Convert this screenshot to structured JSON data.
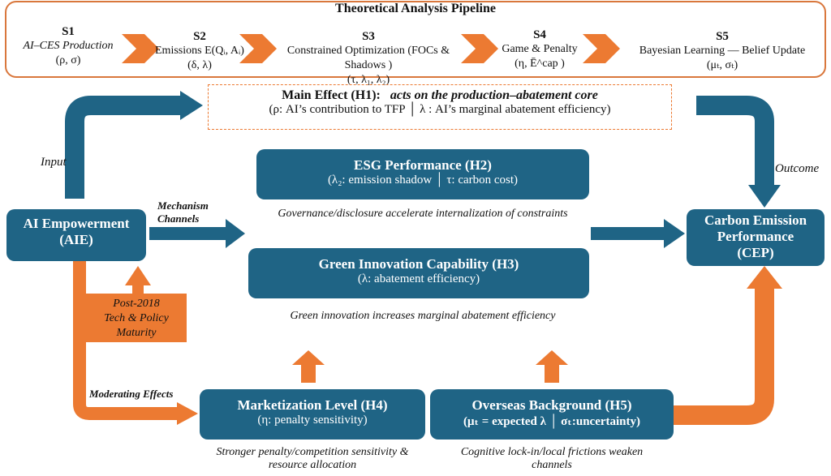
{
  "pipeline": {
    "title": "Theoretical Analysis Pipeline",
    "stages": [
      {
        "id": "S1",
        "name": "AI–CES Production",
        "params": "(ρ, σ)"
      },
      {
        "id": "S2",
        "name": "Emissions E(Qᵢ, Aᵢ)",
        "params": "(δ, λ)"
      },
      {
        "id": "S3",
        "name": "Constrained Optimization (FOCs & Shadows )",
        "params": "(τ, λ₁, λ₂)"
      },
      {
        "id": "S4",
        "name": "Game & Penalty",
        "params": "(η, Ē^cap )"
      },
      {
        "id": "S5",
        "name": "Bayesian Learning — Belief Update",
        "params": "(μₜ, σₜ)"
      }
    ]
  },
  "main_effect": {
    "title": "Main Effect (H1):",
    "subtitle": "acts on the production–abatement core",
    "detail": "(ρ: AI’s contribution to TFP  │  λ : AI’s marginal abatement efficiency)"
  },
  "labels": {
    "input": "Input",
    "outcome": "Outcome",
    "mechanism": "Mechanism Channels",
    "moderating": "Moderating Effects"
  },
  "aie": {
    "title": "AI Empowerment",
    "abbr": "(AIE)"
  },
  "cep": {
    "title": "Carbon Emission Performance",
    "abbr": "(CEP)"
  },
  "post2018": {
    "line1": "Post-2018",
    "line2": "Tech & Policy",
    "line3": "Maturity"
  },
  "esg": {
    "title": "ESG Performance (H2)",
    "detail": "(λ₂: emission shadow │ τ: carbon cost)",
    "note": "Governance/disclosure accelerate internalization of constraints"
  },
  "green": {
    "title": "Green Innovation Capability (H3)",
    "detail": "(λ: abatement efficiency)",
    "note": "Green innovation increases marginal abatement efficiency"
  },
  "market": {
    "title": "Marketization Level (H4)",
    "detail": "(η: penalty sensitivity)",
    "note": "Stronger penalty/competition sensitivity & resource allocation"
  },
  "overseas": {
    "title": "Overseas Background (H5)",
    "detail": "(μₜ = expected λ  │  σₜ:uncertainty)",
    "note": "Cognitive lock-in/local frictions weaken channels"
  },
  "colors": {
    "blue": "#1f6485",
    "orange": "#ec7a32",
    "pipeline_border": "#d9773c"
  }
}
